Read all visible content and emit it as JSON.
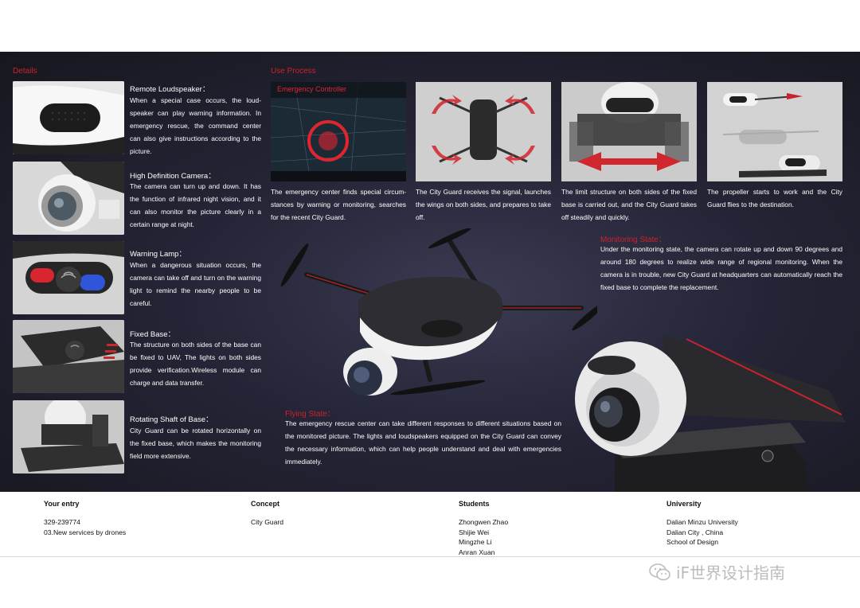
{
  "sections": {
    "details_title": "Details",
    "use_process_title": "Use Process"
  },
  "details": [
    {
      "title": "Remote Loudspeaker：",
      "text": "When a special case occurs, the loud-speaker can play warning information. In emergency rescue, the command center can also give instructions according to the picture."
    },
    {
      "title": "High Definition Camera：",
      "text": "The camera can turn up and down. It has the function of infrared night vision, and it can also monitor the picture clearly in a certain range at night."
    },
    {
      "title": "Warning Lamp：",
      "text": "When a dangerous situation occurs, the camera can take off and turn on the warning light to remind the nearby people to be careful."
    },
    {
      "title": "Fixed Base：",
      "text": "The structure on both sides of the base can be fixed to UAV, The lights on both sides provide verification.Wireless module can charge and data transfer."
    },
    {
      "title": "Rotating Shaft of Base：",
      "text": "City Guard can be rotated horizontally on the fixed base, which makes the monitoring field more extensive."
    }
  ],
  "process": [
    {
      "overlay": "Emergency Controller",
      "text": "The emergency center finds special circum-stances by warning or monitoring, searches for the recent City Guard."
    },
    {
      "text": "The City Guard receives the signal, launches the wings on both sides, and prepares to take off."
    },
    {
      "text": "The limit structure on both sides of the fixed base is carried out, and the City Guard takes off steadily and quickly."
    },
    {
      "text": "The propeller starts to work and the City Guard flies to the destination."
    }
  ],
  "monitoring": {
    "title": "Monitoring State：",
    "text": "Under the monitoring state, the camera can rotate up and down 90 degrees and around 180 degrees to realize wide range of regional monitoring. When the camera is in trouble, new City Guard at headquarters can automatically reach the fixed base to complete the replacement."
  },
  "flying": {
    "title": "Flying State：",
    "text": "The emergency rescue center can take different responses to different situations based on the monitored picture. The lights and loudspeakers equipped on the City Guard can convey the necessary information, which can help people understand and deal with emergencies immediately."
  },
  "footer": {
    "entry_label": "Your entry",
    "entry_lines": [
      "329-239774",
      "03.New services by drones"
    ],
    "concept_label": "Concept",
    "concept_lines": [
      "City Guard"
    ],
    "students_label": "Students",
    "students_lines": [
      "Zhongwen Zhao",
      "Shijie Wei",
      "Mingzhe Li",
      "Anran Xuan"
    ],
    "university_label": "University",
    "university_lines": [
      "Dalian Minzu University",
      "Dalian City , China",
      "School of Design"
    ]
  },
  "watermark": "iF世界设计指南",
  "colors": {
    "accent": "#c8232b",
    "poster_bg": "#242436",
    "text": "#ffffff"
  }
}
